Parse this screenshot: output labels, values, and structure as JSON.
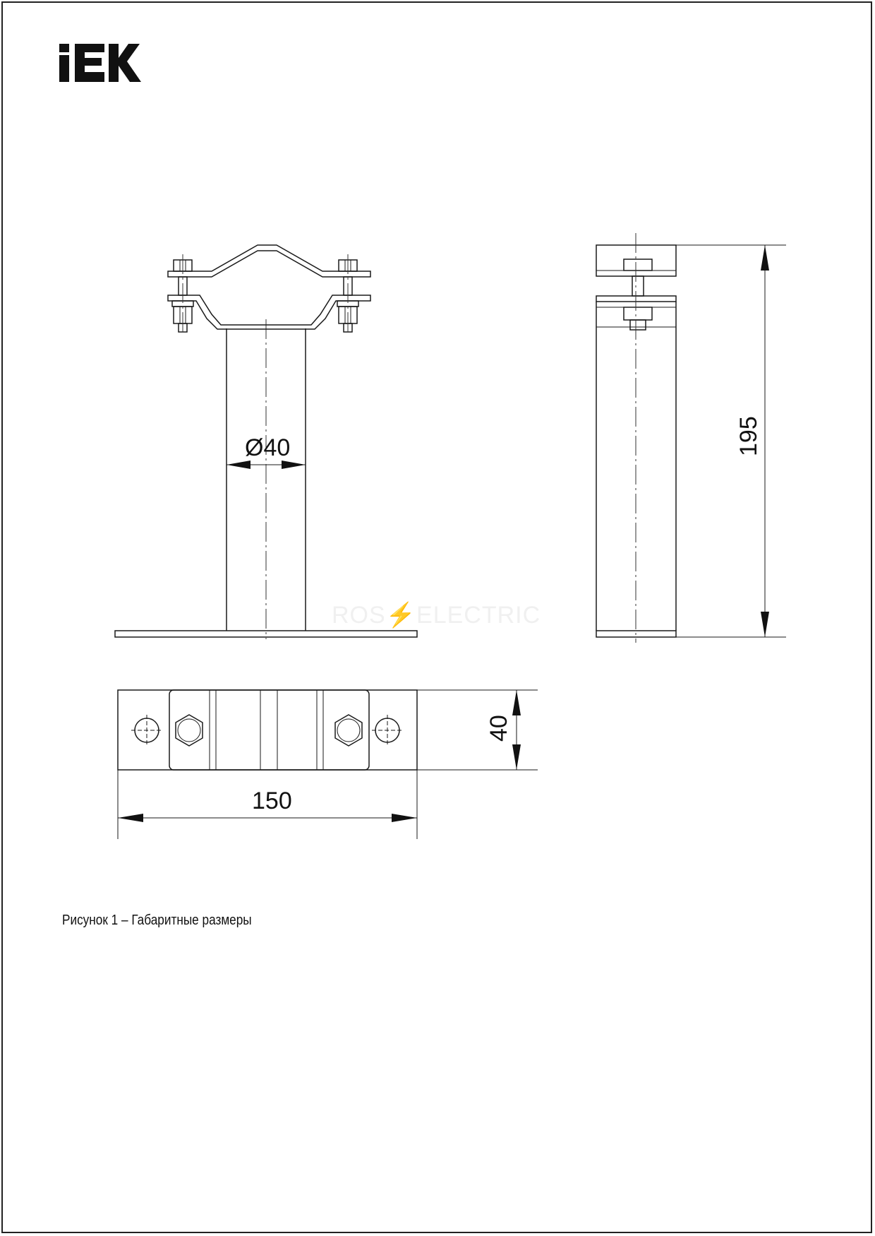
{
  "brand": {
    "logo_text": "IEK"
  },
  "watermark": "ROS⚡ELECTRIC",
  "dimensions": {
    "pipe_diameter": "Ø40",
    "height": "195",
    "width": "40",
    "length": "150"
  },
  "caption": "Рисунок 1 – Габаритные размеры"
}
